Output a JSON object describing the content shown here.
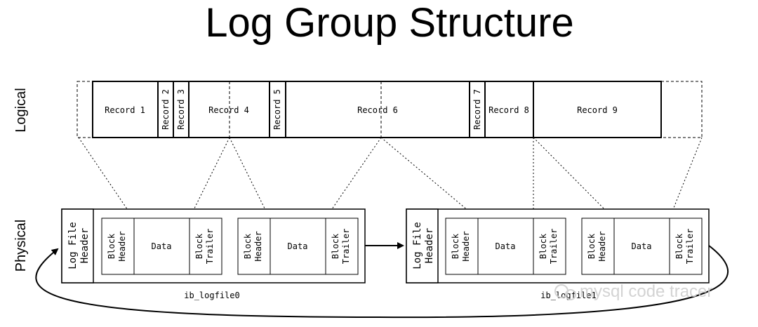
{
  "title": "Log Group Structure",
  "side_labels": {
    "logical": "Logical",
    "physical": "Physical"
  },
  "logical": {
    "records": [
      {
        "label": "Record 1",
        "rotated": false
      },
      {
        "label": "Record 2",
        "rotated": true
      },
      {
        "label": "Record 3",
        "rotated": true
      },
      {
        "label": "Record 4",
        "rotated": false
      },
      {
        "label": "Record 5",
        "rotated": true
      },
      {
        "label": "Record 6",
        "rotated": false
      },
      {
        "label": "Record 7",
        "rotated": true
      },
      {
        "label": "Record 8",
        "rotated": false
      },
      {
        "label": "Record 9",
        "rotated": false
      }
    ]
  },
  "physical": {
    "files": [
      {
        "name": "ib_logfile0",
        "header_lines": [
          "Log File",
          "Header"
        ],
        "blocks": [
          {
            "header": [
              "Block",
              "Header"
            ],
            "data": "Data",
            "trailer": [
              "Block",
              "Trailer"
            ]
          },
          {
            "header": [
              "Block",
              "Header"
            ],
            "data": "Data",
            "trailer": [
              "Block",
              "Trailer"
            ]
          }
        ]
      },
      {
        "name": "ib_logfile1",
        "header_lines": [
          "Log File",
          "Header"
        ],
        "blocks": [
          {
            "header": [
              "Block",
              "Header"
            ],
            "data": "Data",
            "trailer": [
              "Block",
              "Trailer"
            ]
          },
          {
            "header": [
              "Block",
              "Header"
            ],
            "data": "Data",
            "trailer": [
              "Block",
              "Trailer"
            ]
          }
        ]
      }
    ]
  },
  "watermark": "mysql code tracer"
}
